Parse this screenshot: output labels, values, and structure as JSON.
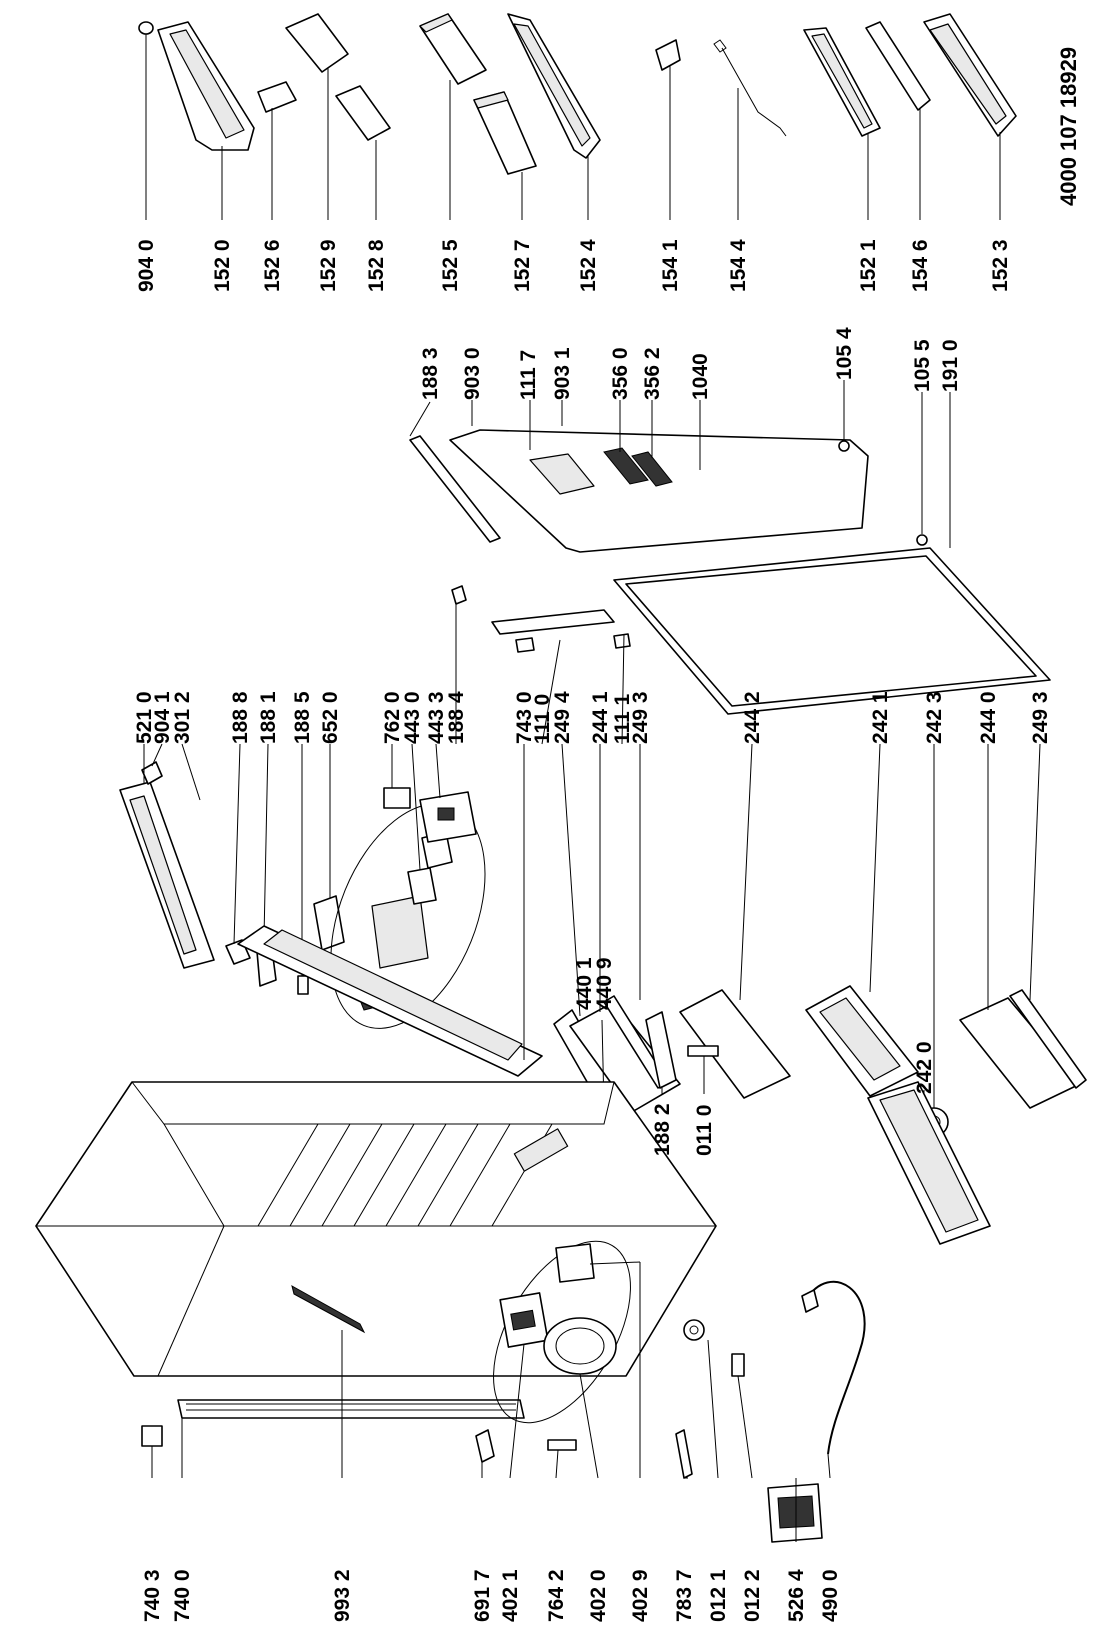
{
  "document_number": "4000 107 18929",
  "labels": {
    "l9040": "904 0",
    "l1520": "152 0",
    "l1526": "152 6",
    "l1529": "152 9",
    "l1528": "152 8",
    "l1525": "152 5",
    "l1527": "152 7",
    "l1524": "152 4",
    "l1541": "154 1",
    "l1544": "154 4",
    "l1521": "152 1",
    "l1546": "154 6",
    "l1523": "152 3",
    "l1883": "188 3",
    "l9030": "903 0",
    "l1117": "111 7",
    "l9031": "903 1",
    "l3560": "356 0",
    "l3562": "356 2",
    "l1040": "1040",
    "l1054": "105 4",
    "l1055": "105 5",
    "l1910": "191 0",
    "l5210": "521 0",
    "l9041": "904 1",
    "l3012": "301 2",
    "l1888": "188 8",
    "l1881": "188 1",
    "l1885": "188 5",
    "l6520": "652 0",
    "l7620": "762 0",
    "l4430": "443 0",
    "l4433": "443 3",
    "l1884": "188 4",
    "l7430": "743 0",
    "l1110": "111 0",
    "l2494": "249 4",
    "l2441": "244 1",
    "l1111": "111 1",
    "l2493a": "249 3",
    "l2442": "244 2",
    "l2421": "242 1",
    "l2423": "242 3",
    "l2440": "244 0",
    "l2493b": "249 3",
    "l4401": "440 1",
    "l4409": "440 9",
    "l2420": "242 0",
    "l1882": "188 2",
    "l0110": "011 0",
    "l7403": "740 3",
    "l7400": "740 0",
    "l9932": "993 2",
    "l6917": "691 7",
    "l4021": "402 1",
    "l7642": "764 2",
    "l4020": "402 0",
    "l4029": "402 9",
    "l7837": "783 7",
    "l0121": "012 1",
    "l0122": "012 2",
    "l5264": "526 4",
    "l4900": "490 0"
  }
}
